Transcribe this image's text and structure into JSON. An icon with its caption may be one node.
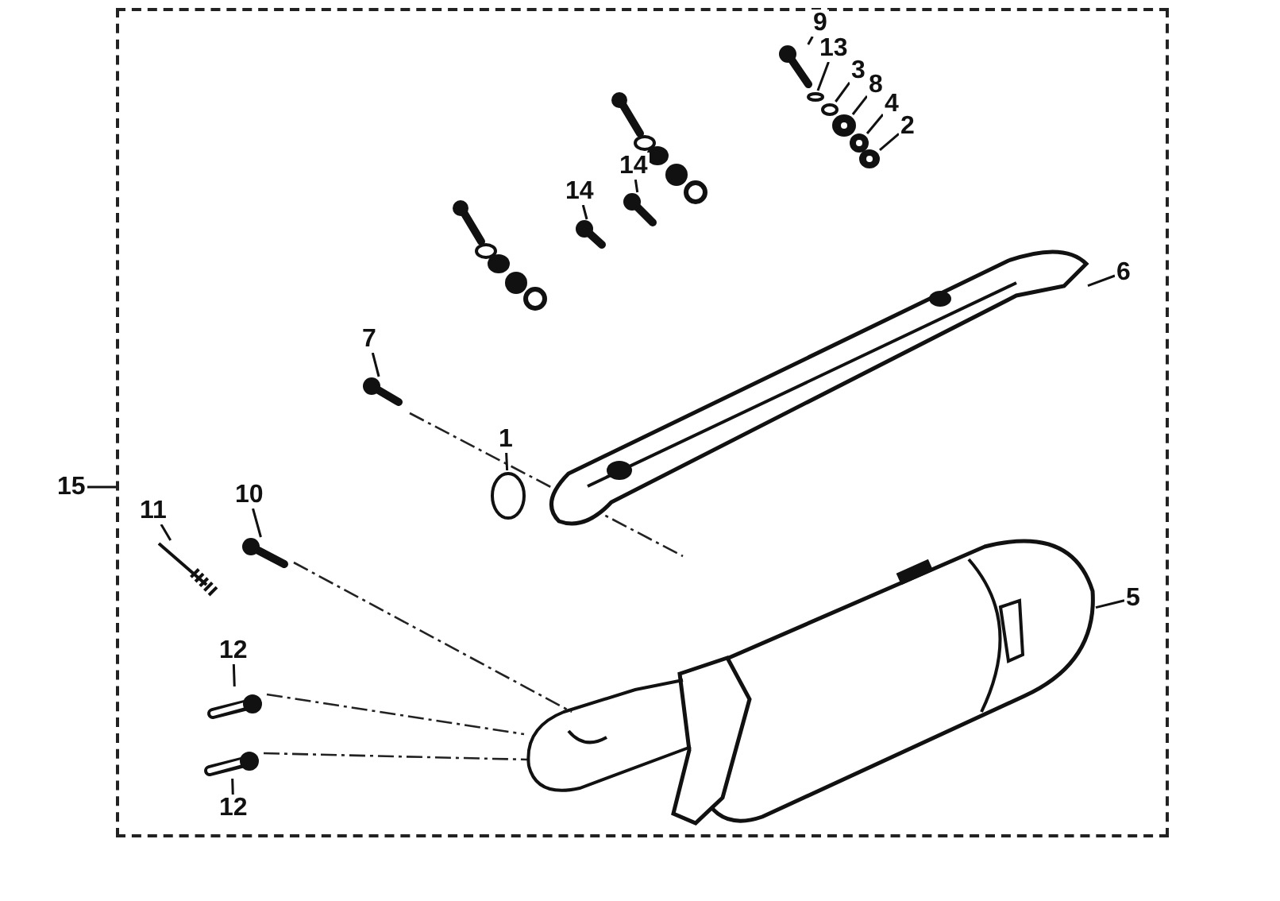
{
  "diagram": {
    "nodes": [
      {
        "text": [],
        "shape": "box"
      },
      {
        "text": [
          "9"
        ],
        "in": 0
      },
      {
        "text": [],
        "shape": "picture",
        "in": 0
      },
      {
        "text": [
          "13"
        ],
        "in": 0
      },
      {
        "text": [],
        "shape": "circle",
        "in": 0
      },
      {
        "text": [
          "3"
        ],
        "in": 0
      },
      {
        "text": [],
        "shape": "circle",
        "in": 0
      },
      {
        "text": [
          "8"
        ],
        "in": 0
      },
      {
        "text": [],
        "shape": "picture",
        "in": 0
      },
      {
        "text": [
          "4"
        ],
        "in": 0
      },
      {
        "text": [],
        "shape": "picture",
        "in": 0
      },
      {
        "text": [
          "2"
        ],
        "in": 0
      },
      {
        "text": [],
        "shape": "picture",
        "in": 0
      },
      {
        "text": [
          "14"
        ],
        "in": 0
      },
      {
        "text": [],
        "shape": "picture",
        "in": 0
      },
      {
        "text": [
          "14"
        ],
        "in": 0
      },
      {
        "text": [],
        "shape": "picture",
        "in": 0
      },
      {
        "text": [
          "6"
        ],
        "in": 0
      },
      {
        "text": [],
        "shape": "picture",
        "in": 0
      },
      {
        "text": [
          "7"
        ],
        "in": 0
      },
      {
        "text": [],
        "shape": "picture",
        "in": 0
      },
      {
        "text": [
          "15"
        ]
      },
      {
        "text": [
          "11"
        ],
        "in": 0
      },
      {
        "text": [],
        "shape": "picture",
        "in": 0
      },
      {
        "text": [
          "10"
        ],
        "in": 0
      },
      {
        "text": [],
        "shape": "picture",
        "in": 0
      },
      {
        "text": [
          "1"
        ],
        "in": 0
      },
      {
        "text": [],
        "shape": "circle",
        "in": 0
      },
      {
        "text": [
          "5"
        ],
        "in": 0
      },
      {
        "text": [],
        "shape": "picture",
        "in": 0
      },
      {
        "text": [
          "12"
        ],
        "in": 0
      },
      {
        "text": [],
        "shape": "picture",
        "in": 0
      },
      {
        "text": [
          "12"
        ],
        "in": 0
      },
      {
        "text": [],
        "shape": "picture",
        "in": 0
      }
    ],
    "edges": [
      {
        "from": 1,
        "to": 2,
        "arrow": "none"
      },
      {
        "from": 3,
        "to": 4,
        "arrow": "none"
      },
      {
        "from": 5,
        "to": 6,
        "arrow": "none"
      },
      {
        "from": 7,
        "to": 8,
        "arrow": "none"
      },
      {
        "from": 9,
        "to": 10,
        "arrow": "none"
      },
      {
        "from": 11,
        "to": 12,
        "arrow": "none"
      },
      {
        "from": 13,
        "to": 14,
        "arrow": "none"
      },
      {
        "from": 15,
        "to": 16,
        "arrow": "none"
      },
      {
        "from": 17,
        "to": 18,
        "arrow": "none"
      },
      {
        "from": 19,
        "to": 20,
        "arrow": "none"
      },
      {
        "from": 21,
        "to": 0,
        "arrow": "none"
      },
      {
        "from": 22,
        "to": 23,
        "arrow": "none"
      },
      {
        "from": 24,
        "to": 25,
        "arrow": "none"
      },
      {
        "from": 26,
        "to": 27,
        "arrow": "none"
      },
      {
        "from": 28,
        "to": 29,
        "arrow": "none"
      },
      {
        "from": 30,
        "to": 31,
        "arrow": "none"
      },
      {
        "from": 32,
        "to": 33,
        "arrow": "none"
      }
    ]
  }
}
